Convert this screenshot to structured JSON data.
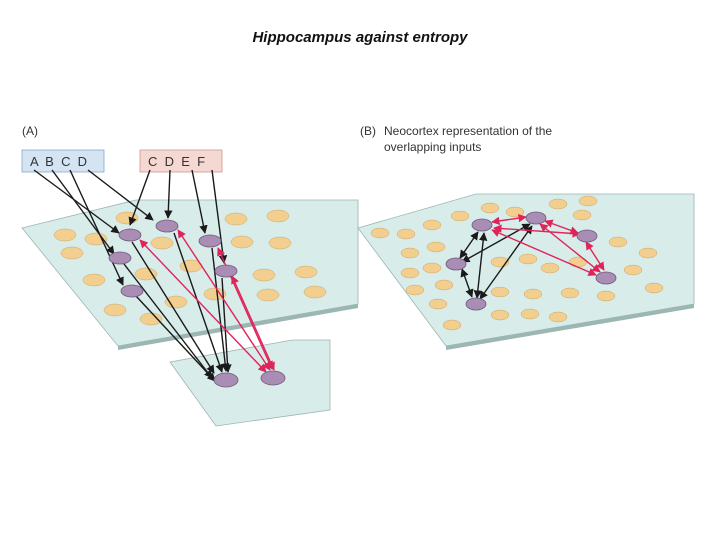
{
  "title": "Hippocampus against entropy",
  "panel_a": {
    "label": "(A)",
    "inputs_left": "A  B  C  D",
    "inputs_right": "C  D  E  F"
  },
  "panel_b": {
    "label": "(B)",
    "caption_line1": "Neocortex representation of the",
    "caption_line2": "overlapping inputs"
  },
  "colors": {
    "plane_fill": "#d8ecea",
    "cell_fill": "#f3cf8f",
    "node_fill": "#a98db4",
    "arrow_black": "#1a1a1a",
    "arrow_red": "#e0235a",
    "box_left": "#d4e4f3",
    "box_right": "#f6d8d3"
  }
}
